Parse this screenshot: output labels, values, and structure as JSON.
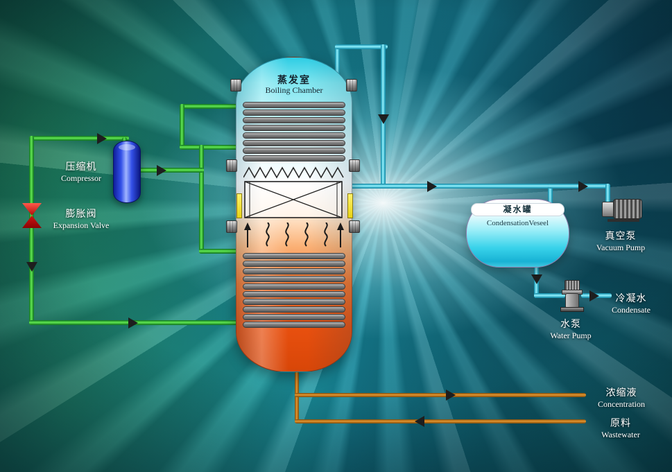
{
  "equipment": {
    "boiling_chamber": {
      "zh": "蒸发室",
      "en": "Boiling Chamber"
    },
    "compressor": {
      "zh": "压缩机",
      "en": "Compressor"
    },
    "expansion_valve": {
      "zh": "膨胀阀",
      "en": "Expansion Valve"
    },
    "condensation_vessel": {
      "zh": "凝水罐",
      "en": "CondensationVeseel"
    },
    "vacuum_pump": {
      "zh": "真空泵",
      "en": "Vacuum Pump"
    },
    "water_pump": {
      "zh": "水泵",
      "en": "Water Pump"
    }
  },
  "streams": {
    "condensate": {
      "zh": "冷凝水",
      "en": "Condensate"
    },
    "concentration": {
      "zh": "浓缩液",
      "en": "Concentration"
    },
    "wastewater": {
      "zh": "原料",
      "en": "Wastewater"
    }
  },
  "colors": {
    "pipe_green": "#3ae04a",
    "pipe_cyan": "#4adcf0",
    "pipe_orange": "#d9862c",
    "valve_red": "#d81818",
    "compressor_blue": "#2a46e0",
    "vessel_hot": "#e8500f",
    "vessel_cold": "#2ecde4"
  }
}
